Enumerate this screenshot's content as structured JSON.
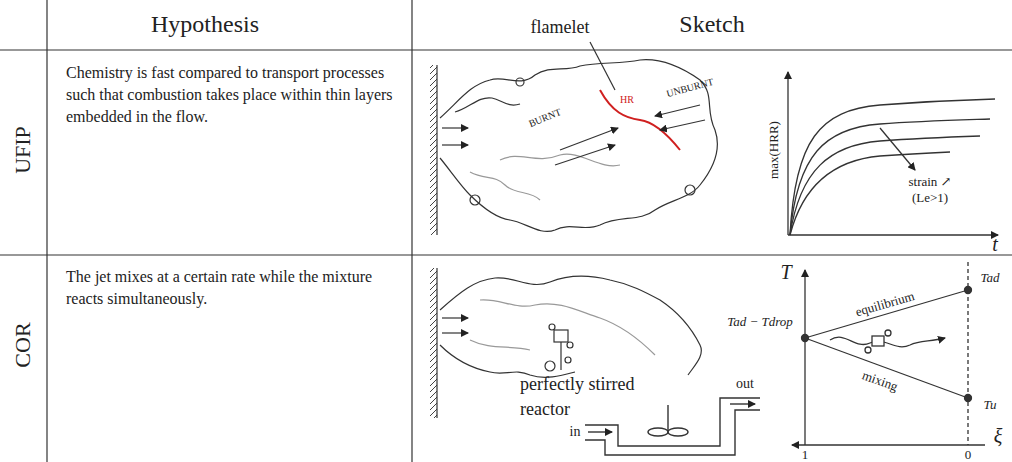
{
  "diagram": {
    "labels": [
      "Hypothesis",
      "Sketch",
      "UFIP",
      "Chemistry is fast compared to transport processes such that combustion takes place within thin layers embedded in the flow.",
      "COR",
      "The jet mixes at a certain rate while the mixture reacts simultaneously.",
      "flamelet",
      "BURNT",
      "HR",
      "UNBURNT",
      "max(HRR)",
      "strain ↗",
      "(Le>1)",
      "t",
      "perfectly stirred reactor",
      "out",
      "in",
      "T",
      "Tad − Tdrop",
      "Tad",
      "equilibrium",
      "mixing",
      "Tu",
      "1",
      "0",
      "ξ"
    ]
  }
}
